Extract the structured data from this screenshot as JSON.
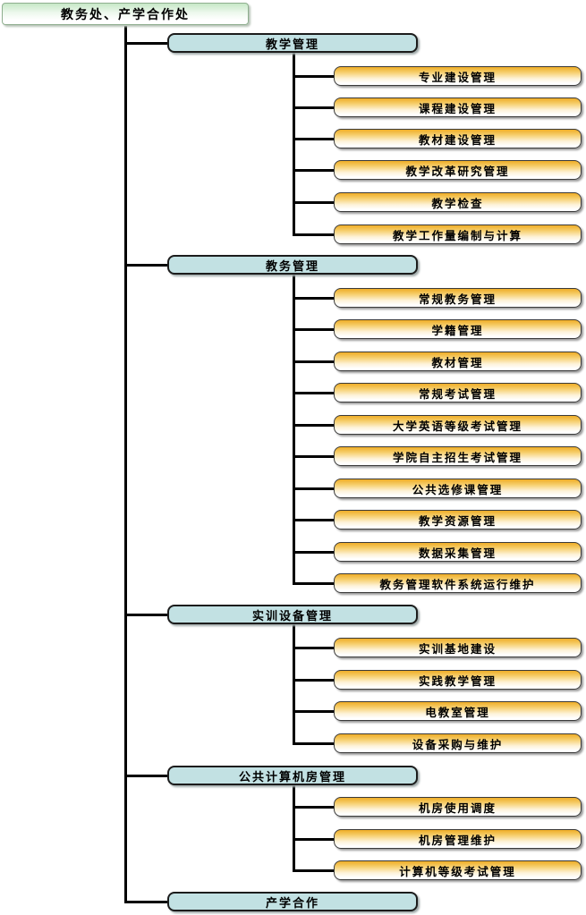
{
  "root": {
    "label": "教务处、产学合作处"
  },
  "branches": [
    {
      "label": "教学管理",
      "children": [
        "专业建设管理",
        "课程建设管理",
        "教材建设管理",
        "教学改革研究管理",
        "教学检查",
        "教学工作量编制与计算"
      ]
    },
    {
      "label": "教务管理",
      "children": [
        "常规教务管理",
        "学籍管理",
        "教材管理",
        "常规考试管理",
        "大学英语等级考试管理",
        "学院自主招生考试管理",
        "公共选修课管理",
        "教学资源管理",
        "数据采集管理",
        "教务管理软件系统运行维护"
      ]
    },
    {
      "label": "实训设备管理",
      "children": [
        "实训基地建设",
        "实践教学管理",
        "电教室管理",
        "设备采购与维护"
      ]
    },
    {
      "label": "公共计算机房管理",
      "children": [
        "机房使用调度",
        "机房管理维护",
        "计算机等级考试管理"
      ]
    },
    {
      "label": "产学合作",
      "children": []
    }
  ],
  "colors": {
    "background": "#ffffff",
    "root_fill_top": "#c6e8c6",
    "root_border": "#8fae8f",
    "branch_fill": "#c2e1e3",
    "branch_border": "#1c1c1c",
    "leaf_fill_top": "#efad27",
    "leaf_fill_bottom": "#ffffff",
    "leaf_border": "#3a3a3a",
    "connector": "#000000"
  }
}
